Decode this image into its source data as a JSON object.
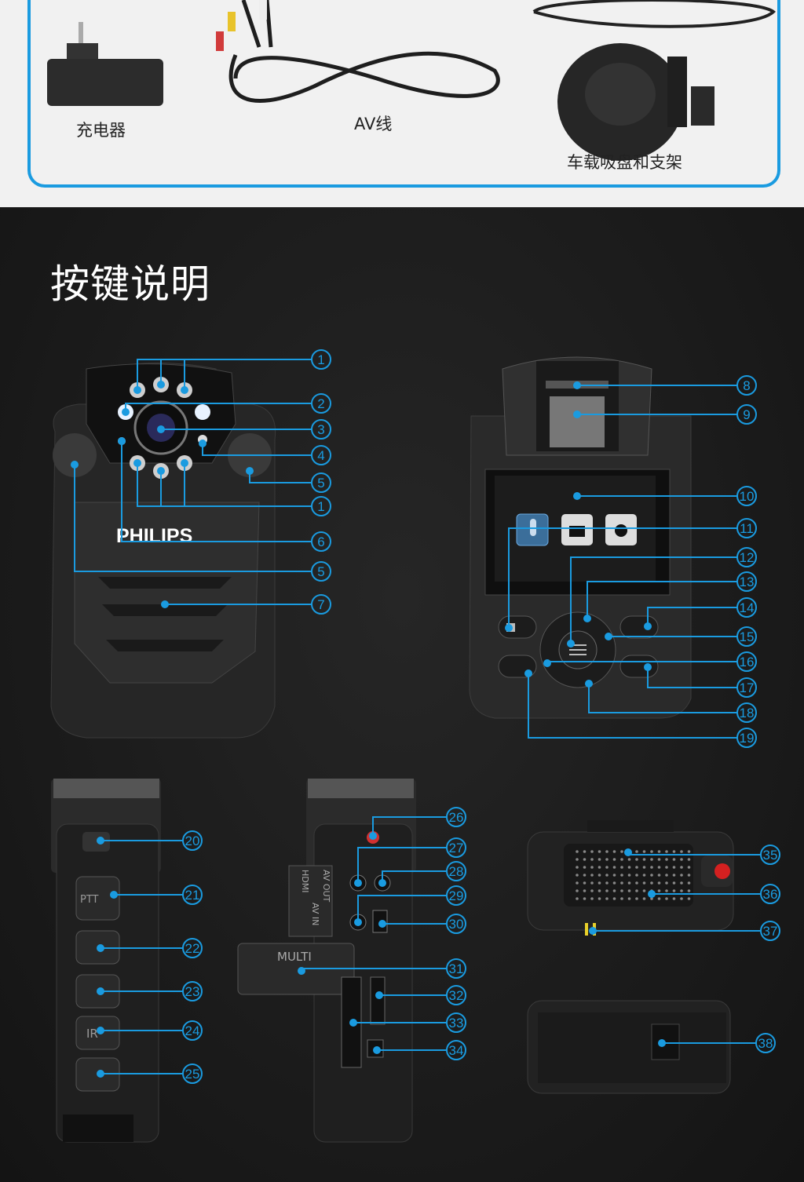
{
  "accessories": [
    {
      "label": "充电器"
    },
    {
      "label": "AV线"
    },
    {
      "label": "车载吸盘和支架"
    }
  ],
  "section_title": "按键说明",
  "brand": "PHILIPS",
  "device_text": {
    "ptt": "PTT",
    "ir": "IR",
    "multi": "MULTI",
    "av_out": "AV OUT",
    "hdmi": "HDMI",
    "av_in": "AV IN"
  },
  "callouts": [
    "1",
    "2",
    "3",
    "4",
    "5",
    "1",
    "6",
    "5",
    "7",
    "8",
    "9",
    "10",
    "11",
    "12",
    "13",
    "14",
    "15",
    "16",
    "17",
    "18",
    "19",
    "20",
    "21",
    "22",
    "23",
    "24",
    "25",
    "26",
    "27",
    "28",
    "29",
    "30",
    "31",
    "32",
    "33",
    "34",
    "35",
    "36",
    "37",
    "38"
  ],
  "colors": {
    "accent": "#1a9be0",
    "background": "#1a1a1a"
  }
}
